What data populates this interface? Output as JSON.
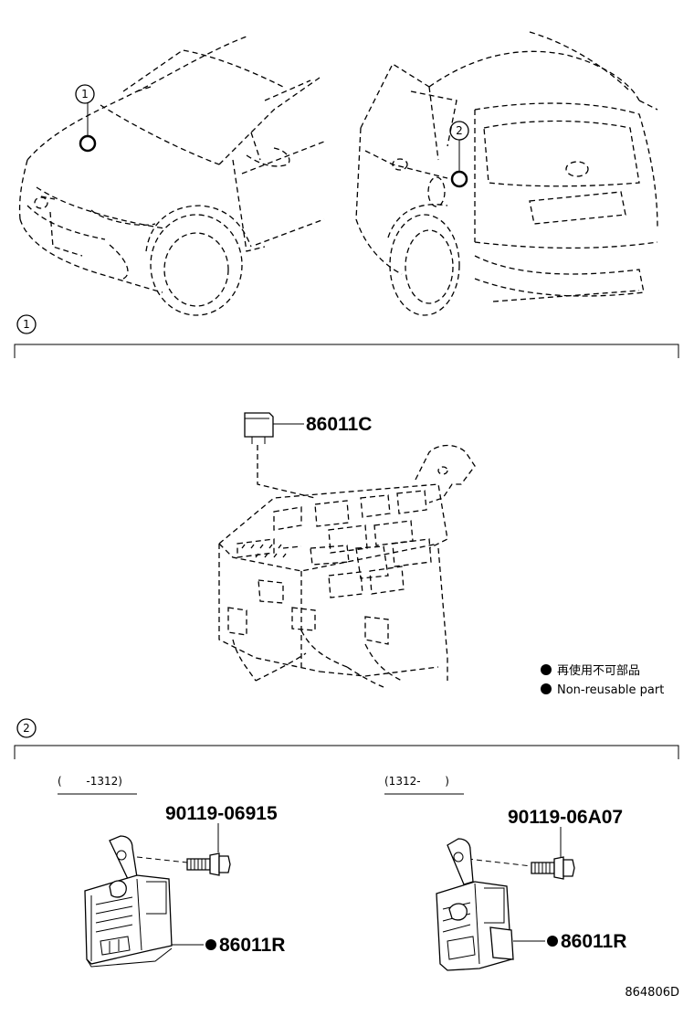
{
  "callouts": {
    "one": "1",
    "two": "2"
  },
  "section1": {
    "number": "1",
    "parts": {
      "relay": "86011C"
    }
  },
  "legend": {
    "jp": "再使用不可部品",
    "en": "Non-reusable part"
  },
  "section2": {
    "number": "2",
    "left": {
      "date_range": "(       -1312)",
      "bolt": "90119-06915",
      "unit": "86011R"
    },
    "right": {
      "date_range": "(1312-       )",
      "bolt": "90119-06A07",
      "unit": "86011R"
    }
  },
  "figure_id": "864806D"
}
